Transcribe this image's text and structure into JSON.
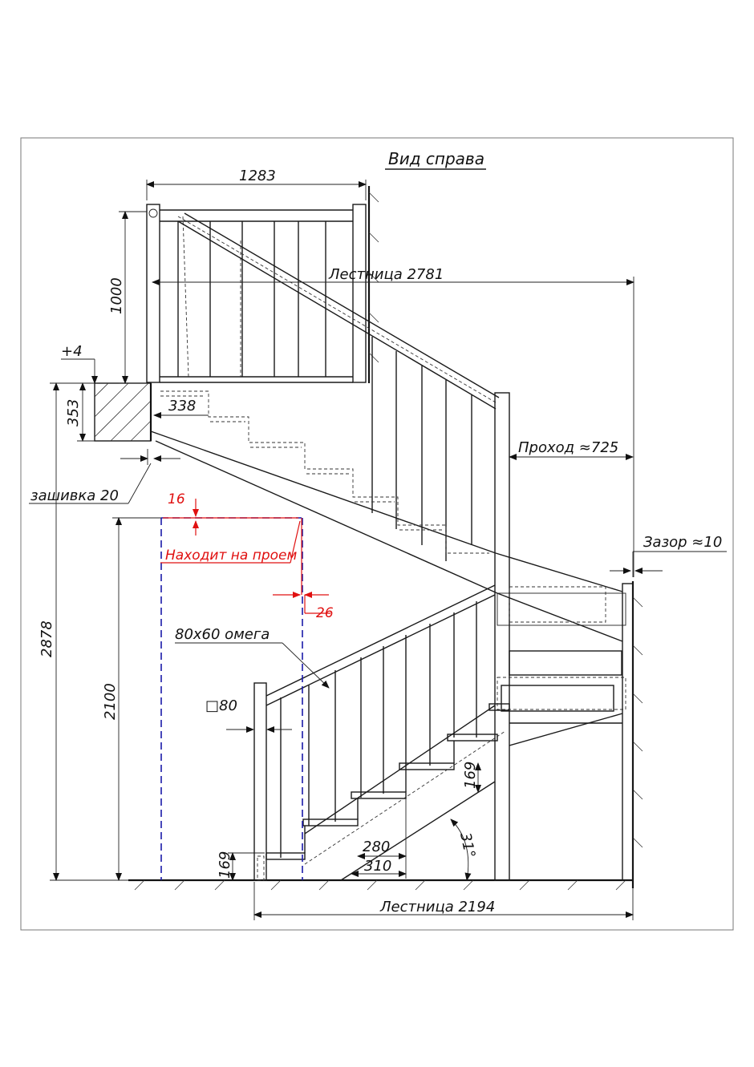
{
  "title": "Вид справа",
  "dimensions": {
    "railing_width": "1283",
    "railing_height": "1000",
    "stair_upper": "Лестница 2781",
    "plus4": "+4",
    "floor_thickness": "353",
    "offset_338": "338",
    "passage": "Проход ≈725",
    "sheathing": "зашивка 20",
    "gap": "Зазор ≈10",
    "d16": "16",
    "d26": "26",
    "overlap_note": "Находит на проем",
    "total_height": "2878",
    "opening_height": "2100",
    "profile": "80х60 омега",
    "post": "□80",
    "riser_upper": "169",
    "riser_lower": "169",
    "tread_280": "280",
    "tread_310": "310",
    "angle": "31°",
    "stair_lower": "Лестница 2194"
  }
}
